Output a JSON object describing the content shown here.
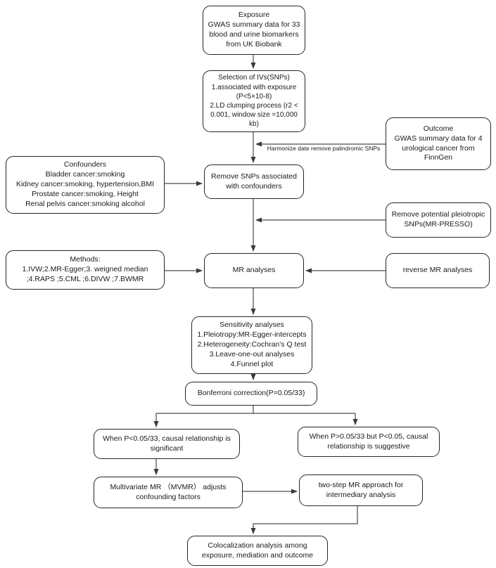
{
  "colors": {
    "background": "#ffffff",
    "box_border": "#262626",
    "arrow": "#4a4a4a",
    "text": "#1a1a1a"
  },
  "flowchart": {
    "nodes": {
      "exposure": {
        "text": "Exposure\nGWAS summary data for 33\nblood and urine biomarkers\nfrom UK Biobank"
      },
      "iv_selection": {
        "text": "Selection of IVs(SNPs)\n1.associated with exposure\n(P<5×10-8)\n2.LD clumping process (r2 <\n0.001, window size =10,000 kb)"
      },
      "outcome": {
        "text": "Outcome\nGWAS summary data for 4\nurological cancer from\nFinnGen"
      },
      "confounders": {
        "text": "Confounders\nBladder cancer:smoking\nKidney cancer:smoking, hypertension,BMI\nProstate cancer:smoking, Height\nRenal pelvis cancer:smoking alcohol"
      },
      "remove_confounder_snps": {
        "text": "Remove SNPs associated\nwith confounders"
      },
      "mr_presso": {
        "text": "Remove potential pleiotropic\nSNPs(MR-PRESSO)"
      },
      "methods": {
        "text": "Methods:\n1.IVW;2.MR-Egger;3. weigned median\n;4.RAPS ;5.CML ;6.DIVW ;7.BWMR"
      },
      "mr_analyses": {
        "text": "MR analyses"
      },
      "reverse_mr": {
        "text": "reverse MR analyses"
      },
      "sensitivity": {
        "text": "Sensitivity analyses\n1.Pleiotropy:MR-Egger-intercepts\n2.Heterogeneity:Cochran's Q test\n3.Leave-one-out analyses\n4.Funnel plot"
      },
      "bonferroni": {
        "text": "Bonferroni correction(P=0.05/33)"
      },
      "significant": {
        "text": "When P<0.05/33, causal relationship is\nsignificant"
      },
      "suggestive": {
        "text": "When P>0.05/33 but  P<0.05, causal\nrelationship is suggestive"
      },
      "mvmr": {
        "text": "Multivariate MR （MVMR） adjusts\nconfounding factors"
      },
      "two_step": {
        "text": "two-step MR approach for\nintermediary analysis"
      },
      "colocalization": {
        "text": "Colocalization analysis among\nexposure, mediation and outcome"
      }
    },
    "edge_labels": {
      "harmonize": "Harmonize date remove palindromic SNPs"
    }
  }
}
